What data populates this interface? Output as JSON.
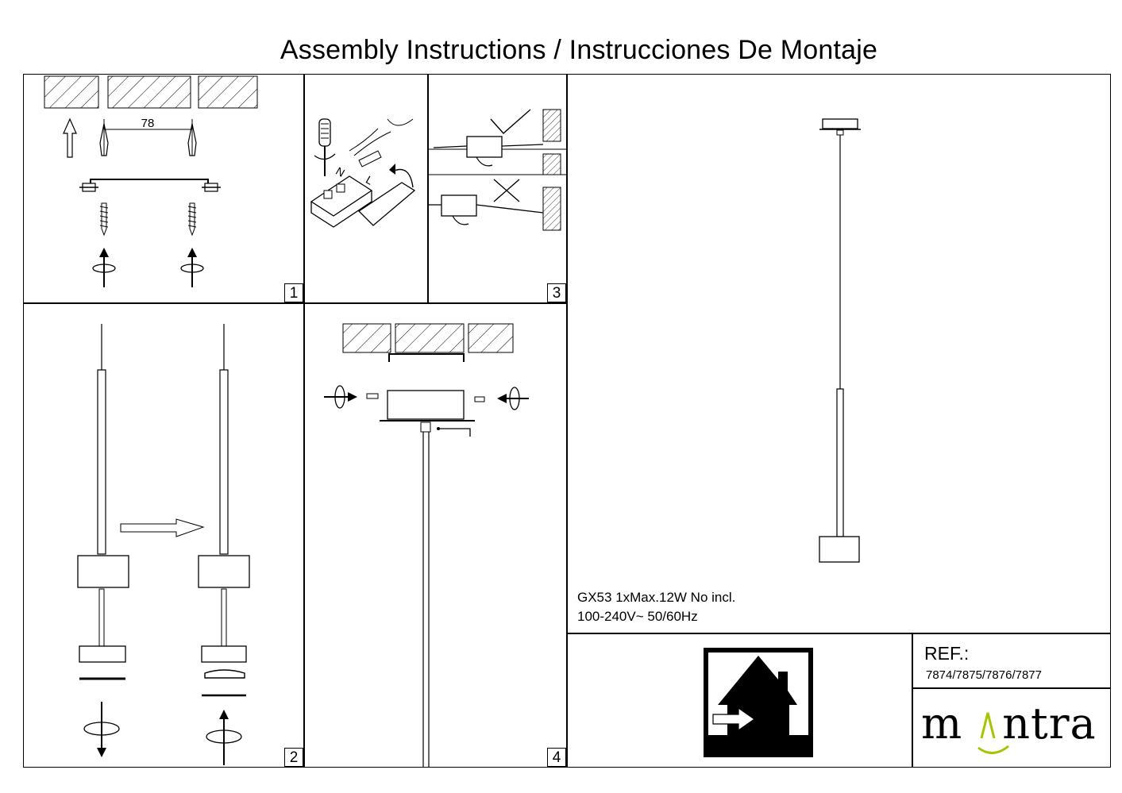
{
  "title": "Assembly Instructions / Instrucciones De Montaje",
  "steps": {
    "s1": "1",
    "s2": "2",
    "s3": "3",
    "s4": "4"
  },
  "step1": {
    "dimension": "78"
  },
  "step1_wiring": {
    "neutral": "N",
    "live": "L"
  },
  "specs": {
    "line1": "GX53 1xMax.12W  No incl.",
    "line2": "100-240V~ 50/60Hz"
  },
  "reference": {
    "label": "REF.:",
    "codes": "7874/7875/7876/7877"
  },
  "brand": "mantra",
  "icons": [
    "indoor-use-icon",
    "screw-icon",
    "rotate-arrow-icon",
    "arrow-up-icon",
    "screwdriver-icon",
    "check-icon",
    "cross-icon"
  ],
  "colors": {
    "line": "#000000",
    "brand_accent": "#a8c400"
  }
}
